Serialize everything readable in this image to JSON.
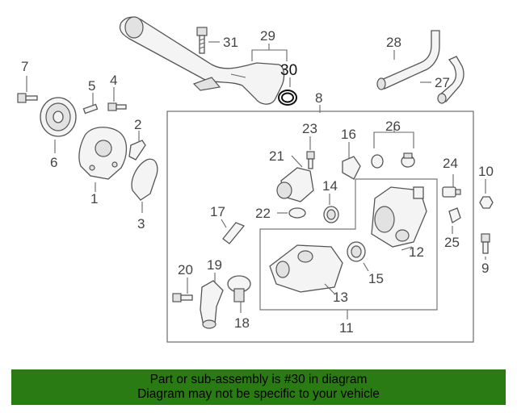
{
  "labels": {
    "n1": "1",
    "n2": "2",
    "n3": "3",
    "n4": "4",
    "n5": "5",
    "n6": "6",
    "n7": "7",
    "n8": "8",
    "n9": "9",
    "n10": "10",
    "n11": "11",
    "n12": "12",
    "n13": "13",
    "n14": "14",
    "n15": "15",
    "n16": "16",
    "n17": "17",
    "n18": "18",
    "n19": "19",
    "n20": "20",
    "n21": "21",
    "n22": "22",
    "n23": "23",
    "n24": "24",
    "n25": "25",
    "n26": "26",
    "n27": "27",
    "n28": "28",
    "n29": "29",
    "n30": "30",
    "n31": "31"
  },
  "highlighted_part": "30",
  "banner": {
    "line1": "Part or sub-assembly is #30 in diagram",
    "line2": "Diagram may not be specific to your vehicle",
    "background_color": "#2b7b14"
  },
  "colors": {
    "highlight": "#111111",
    "callout": "#444444"
  }
}
